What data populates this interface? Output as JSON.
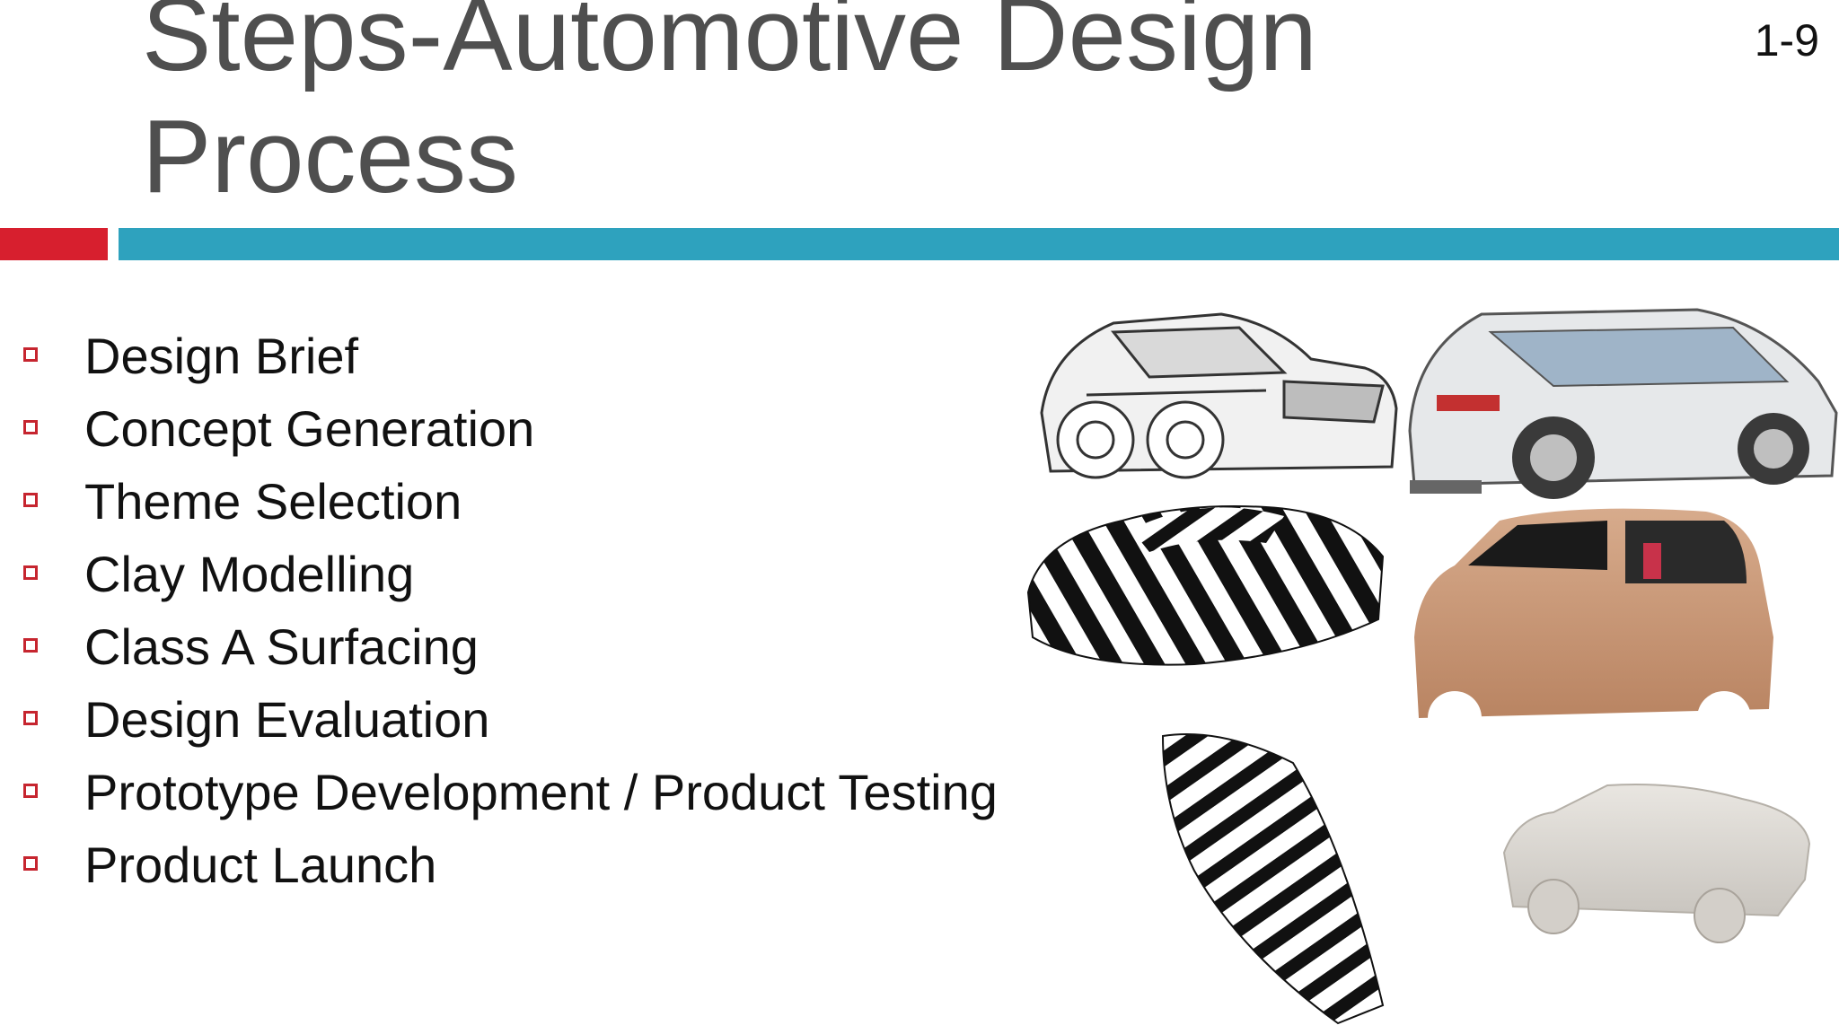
{
  "slide": {
    "title_line1": "Steps-Automotive Design",
    "title_line2": "Process",
    "number": "1-9"
  },
  "bullets": [
    "Design Brief",
    "Concept Generation",
    "Theme Selection",
    "Clay Modelling",
    "Class A Surfacing",
    "Design Evaluation",
    "Prototype Development / Product Testing",
    "Product Launch"
  ],
  "colors": {
    "title": "#4f4f4f",
    "accent_red": "#d71f2e",
    "accent_blue": "#2ea2be",
    "bullet_box": "#c6252f",
    "clay": "#c99a7a"
  },
  "images": [
    "suv-pencil-sketch",
    "suv-rendering",
    "zebra-surface-car",
    "clay-model-hatchback",
    "zebra-surface-panel",
    "white-foam-car-model"
  ]
}
